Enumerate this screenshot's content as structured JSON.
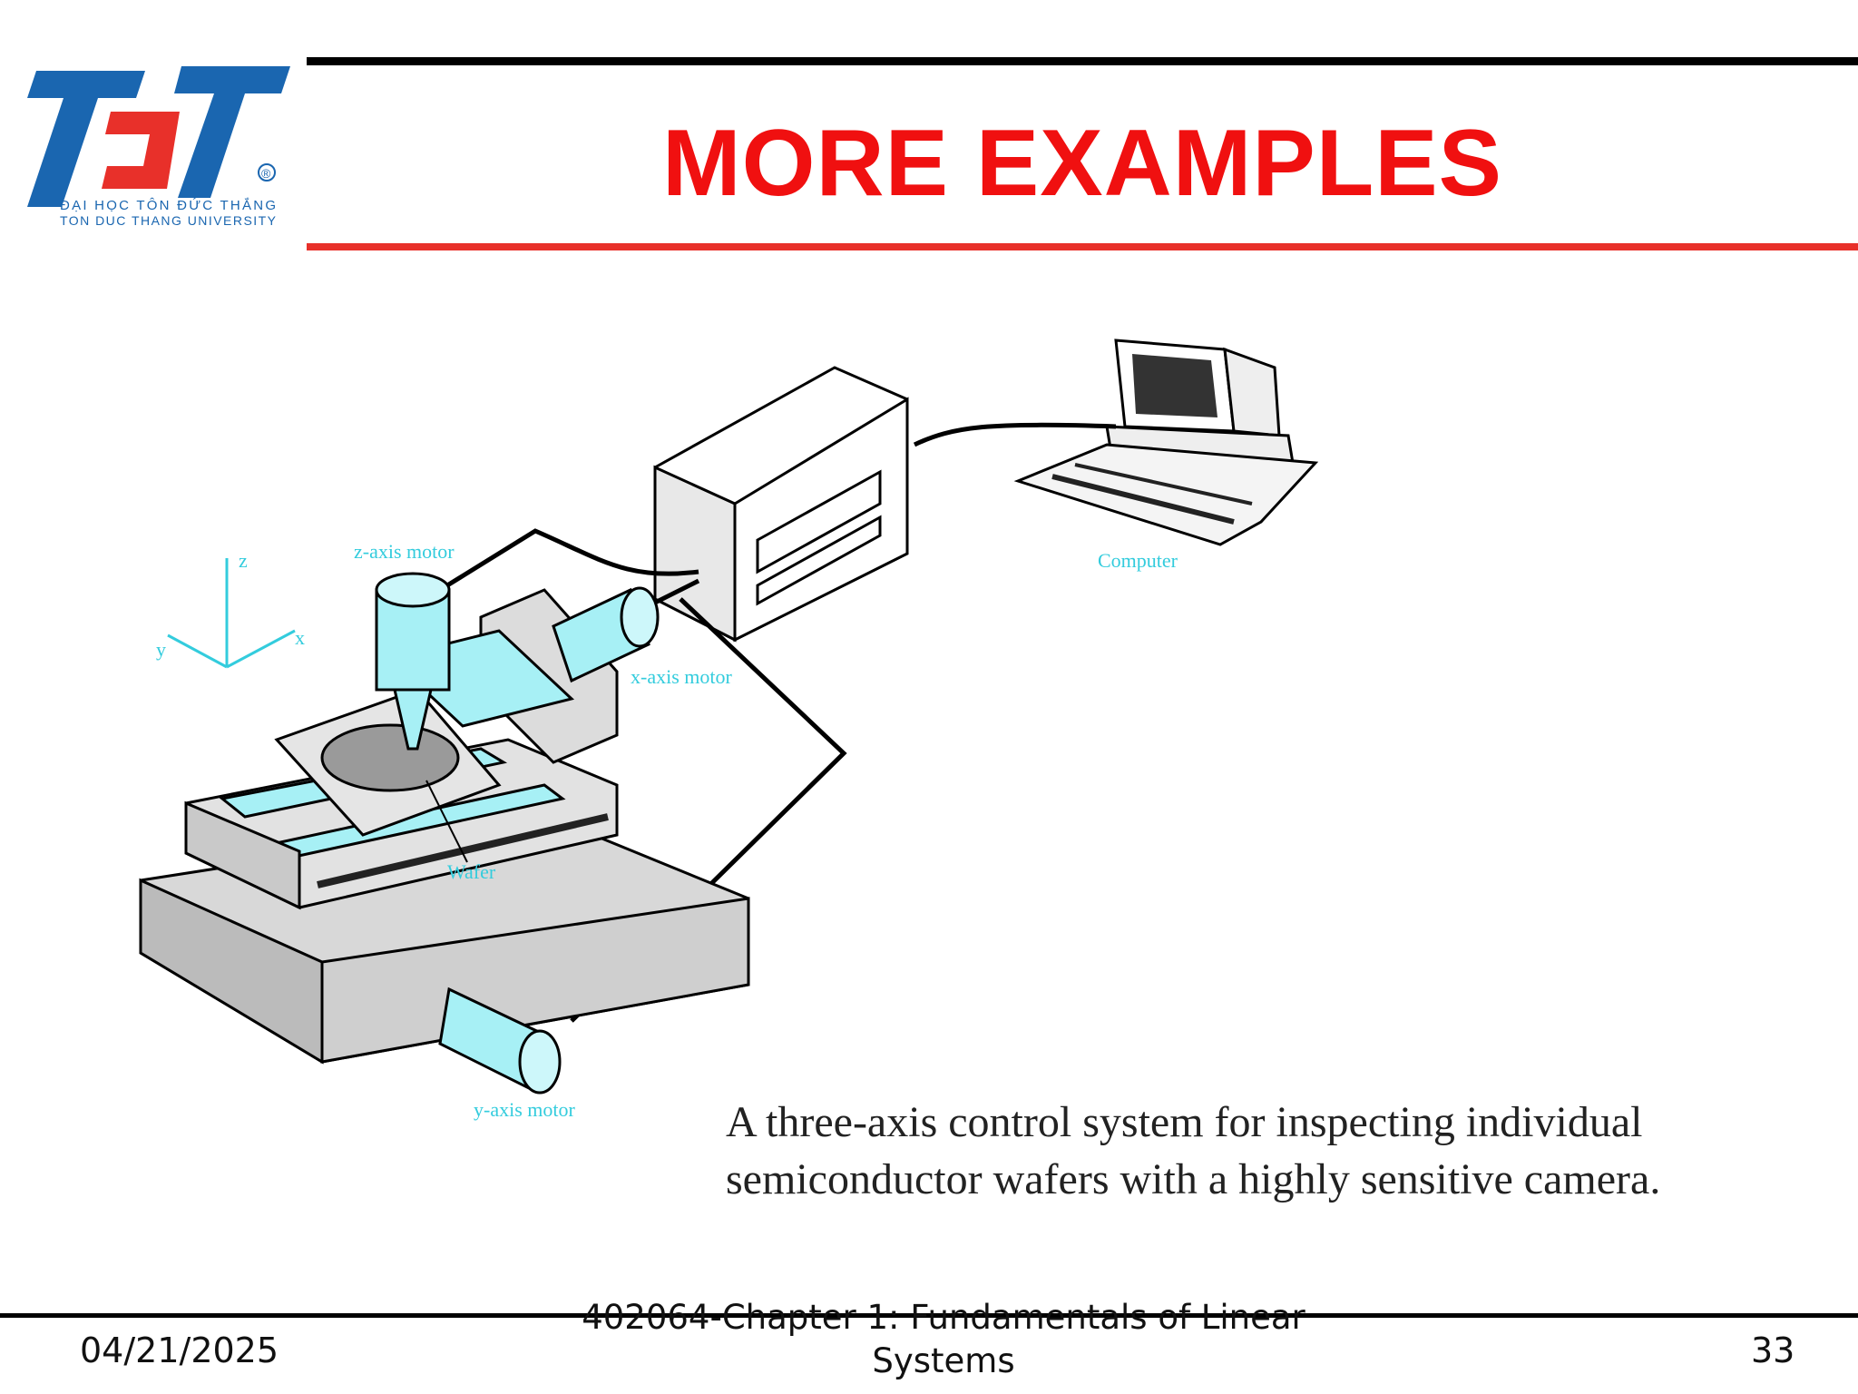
{
  "slide": {
    "title": "MORE EXAMPLES",
    "logo": {
      "mark": "TDT",
      "name_vi": "ĐẠI HỌC TÔN ĐỨC THẮNG",
      "name_en": "TON DUC THANG UNIVERSITY",
      "registered": "®"
    },
    "caption": "A three-axis control system for inspecting individual semiconductor wafers with a highly sensitive camera.",
    "footer": {
      "date": "04/21/2025",
      "course": "402064-Chapter 1: Fundamentals of Linear Systems",
      "page": "33"
    },
    "colors": {
      "title": "#f01010",
      "accent_rule": "#e8302a",
      "logo_blue": "#1a66b0",
      "logo_red": "#e8302a",
      "label_cyan": "#33ccdd"
    }
  },
  "figure": {
    "labels": {
      "z_motor": "z-axis motor",
      "x_motor": "x-axis motor",
      "y_motor": "y-axis motor",
      "wafer": "Wafer",
      "computer": "Computer",
      "axis_x": "x",
      "axis_y": "y",
      "axis_z": "z"
    }
  }
}
